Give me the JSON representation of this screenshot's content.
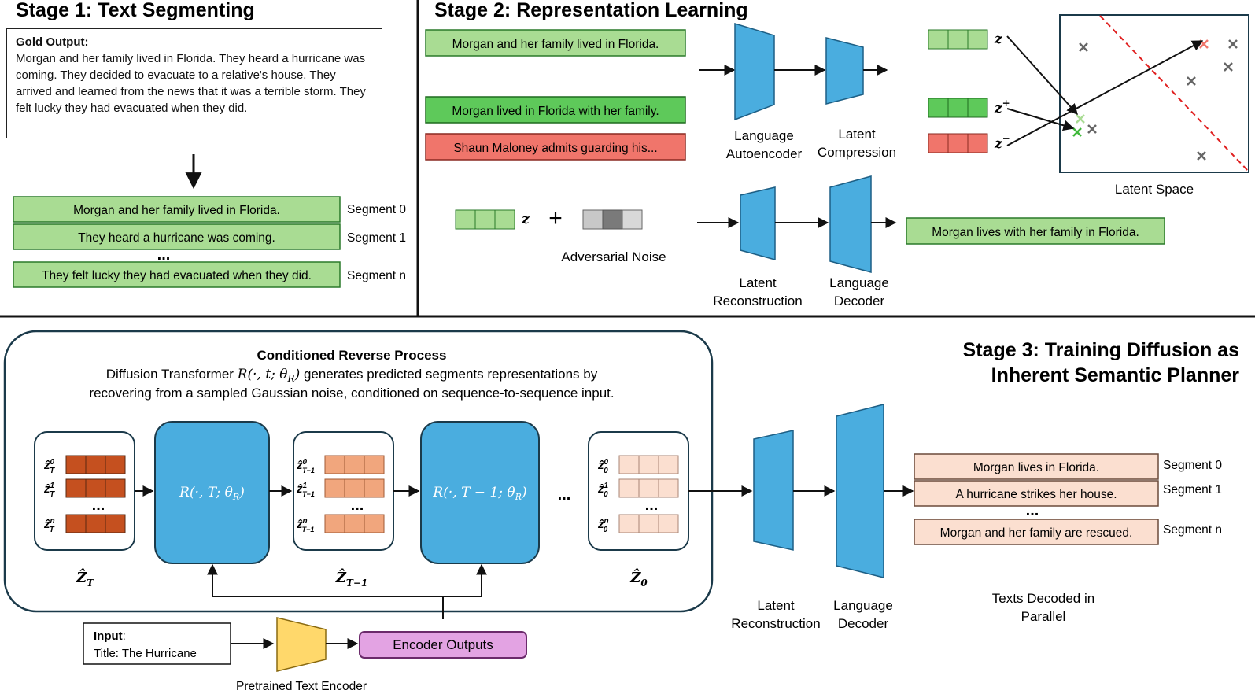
{
  "stage1": {
    "title": "Stage 1: Text Segmenting",
    "gold_label": "Gold Output:",
    "gold_text": "Morgan and her family lived in Florida. They heard a hurricane was coming. They decided to evacuate to a relative's house. They arrived and learned from the news that it was a terrible storm. They felt lucky they had evacuated when they did.",
    "segments": [
      {
        "text": "Morgan and her family lived in Florida.",
        "label": "Segment 0"
      },
      {
        "text": "They heard a hurricane was coming.",
        "label": "Segment 1"
      },
      {
        "text": "They felt lucky they had evacuated when they did.",
        "label": "Segment n"
      }
    ],
    "ellipsis": "..."
  },
  "stage2": {
    "title": "Stage 2: Representation Learning",
    "sentences": [
      "Morgan and her family lived in Florida.",
      "Morgan lived in Florida with her family.",
      "Shaun Maloney admits guarding his..."
    ],
    "autoencoder_label": [
      "Language",
      "Autoencoder"
    ],
    "compression_label": [
      "Latent",
      "Compression"
    ],
    "latent_z": "z",
    "latent_zplus": "z",
    "latent_zplus_sup": "+",
    "latent_zminus": "z",
    "latent_zminus_sup": "−",
    "latent_space_label": "Latent Space",
    "noise_z": "z",
    "plus_sign": "+",
    "noise_label": "Adversarial Noise",
    "reconstruction_label": [
      "Latent",
      "Reconstruction"
    ],
    "decoder_label": [
      "Language",
      "Decoder"
    ],
    "output_sentence": "Morgan lives with her family in Florida."
  },
  "stage3": {
    "title": [
      "Stage 3: Training Diffusion as",
      "Inherent Semantic Planner"
    ],
    "process_title": "Conditioned Reverse Process",
    "process_desc_1a": "Diffusion Transformer ",
    "process_desc_1math": "R(·, t; θ",
    "process_desc_1sub": "R",
    "process_desc_1close": ")",
    "process_desc_1b": " generates predicted segments representations by",
    "process_desc_2": "recovering from a sampled Gaussian noise, conditioned on sequence-to-sequence input.",
    "block1_math": "R(·, T; θ",
    "block2_math": "R(·, T − 1; θ",
    "theta_sub": "R",
    "close_paren": ")",
    "latent_T": "Ẑ",
    "latent_T_sub": "T",
    "latent_T1": "Ẑ",
    "latent_T1_sub": "T−1",
    "latent_0": "Ẑ",
    "latent_0_sub": "0",
    "ellipsis": "...",
    "input_label": "Input",
    "input_colon": ":",
    "input_text": "Title: The Hurricane",
    "encoder_outputs": "Encoder Outputs",
    "pretrained_label": "Pretrained Text Encoder",
    "reconstruction_label": [
      "Latent",
      "Reconstruction"
    ],
    "decoder_label": [
      "Language",
      "Decoder"
    ],
    "decoded_label": [
      "Texts Decoded in",
      "Parallel"
    ],
    "outputs": [
      {
        "text": "Morgan lives in Florida.",
        "label": "Segment 0"
      },
      {
        "text": "A hurricane strikes her house.",
        "label": "Segment 1"
      },
      {
        "text": "Morgan and her family are rescued.",
        "label": "Segment n"
      }
    ]
  },
  "colors": {
    "light_green": "#a9dc93",
    "mid_green": "#5ec95a",
    "red": "#f0756b",
    "blue": "#4aaddf",
    "dark_orange": "#c5501f",
    "mid_orange": "#f1a67d",
    "light_orange": "#fbdfd0",
    "yellow": "#ffd86b",
    "pink": "#e3a3e3",
    "gray": "#c8c8c8",
    "dark_gray": "#7a7a7a"
  }
}
